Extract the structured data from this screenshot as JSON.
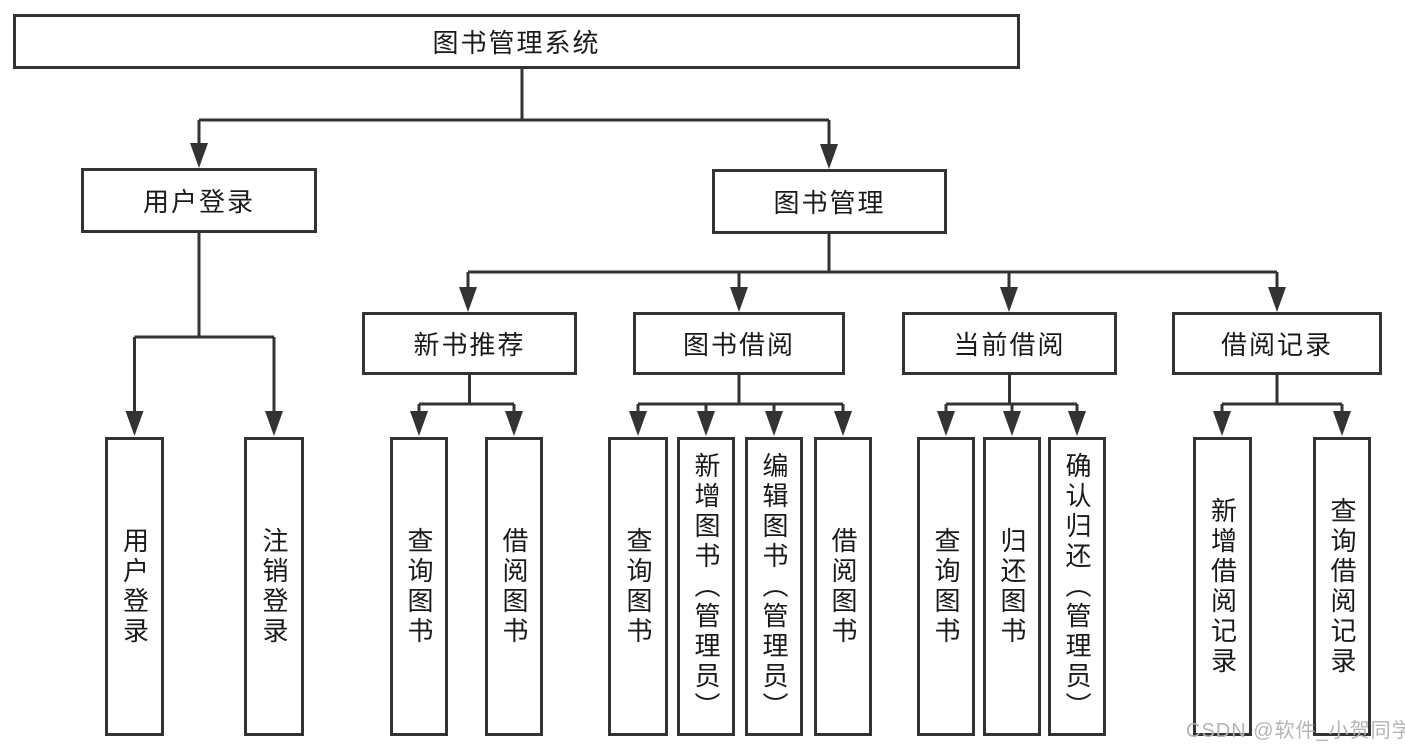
{
  "diagram": {
    "root": {
      "label": "图书管理系统"
    },
    "branches": [
      {
        "label": "用户登录",
        "children": [
          {
            "label": "用户登录"
          },
          {
            "label": "注销登录"
          }
        ]
      },
      {
        "label": "图书管理",
        "children": [
          {
            "label": "新书推荐",
            "children": [
              {
                "label": "查询图书"
              },
              {
                "label": "借阅图书"
              }
            ]
          },
          {
            "label": "图书借阅",
            "children": [
              {
                "label": "查询图书"
              },
              {
                "label": "新增图书（管理员）"
              },
              {
                "label": "编辑图书（管理员）"
              },
              {
                "label": "借阅图书"
              }
            ]
          },
          {
            "label": "当前借阅",
            "children": [
              {
                "label": "查询图书"
              },
              {
                "label": "归还图书"
              },
              {
                "label": "确认归还（管理员）"
              }
            ]
          },
          {
            "label": "借阅记录",
            "children": [
              {
                "label": "新增借阅记录"
              },
              {
                "label": "查询借阅记录"
              }
            ]
          }
        ]
      }
    ]
  },
  "watermark": {
    "text": "CSDN @软件_小贺同学"
  },
  "colors": {
    "line": "#333333",
    "box_border": "#333333",
    "text": "#1a1a1a",
    "background": "#ffffff",
    "watermark": "#b4b4b4"
  }
}
